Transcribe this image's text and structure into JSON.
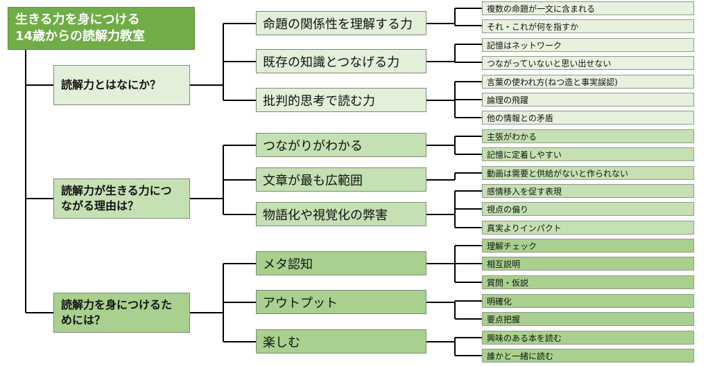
{
  "title": {
    "line1": "生きる力を身につける",
    "line2": "14歳からの読解力教室"
  },
  "sections": [
    {
      "label": "読解力とはなにか？",
      "children": [
        {
          "label": "命題の関係性を理解する力",
          "items": [
            "複数の命題が一文に含まれる",
            "それ・これが何を指すか"
          ]
        },
        {
          "label": "既存の知識とつなげる力",
          "items": [
            "記憶はネットワーク",
            "つながっていないと思い出せない"
          ]
        },
        {
          "label": "批判的思考で読む力",
          "items": [
            "言葉の使われ方(ねつ造と事実誤認)",
            "論理の飛躍",
            "他の情報との矛盾"
          ]
        }
      ]
    },
    {
      "label": "読解力が生きる力につながる理由は？",
      "children": [
        {
          "label": "つながりがわかる",
          "items": [
            "主張がわかる",
            "記憶に定着しやすい"
          ]
        },
        {
          "label": "文章が最も広範囲",
          "items": [
            "動画は需要と供給がないと作られない"
          ]
        },
        {
          "label": "物語化や視覚化の弊害",
          "items": [
            "感情移入を促す表現",
            "視点の偏り",
            "真実よりインパクト"
          ]
        }
      ]
    },
    {
      "label": "読解力を身につけるためには？",
      "children": [
        {
          "label": "メタ認知",
          "items": [
            "理解チェック",
            "相互説明",
            "質問・仮説"
          ]
        },
        {
          "label": "アウトプット",
          "items": [
            "明確化",
            "要点把握"
          ]
        },
        {
          "label": "楽しむ",
          "items": [
            "興味のある本を読む",
            "誰かと一緒に読む"
          ]
        }
      ]
    }
  ],
  "colors": {
    "root": "#70ad47",
    "section1": "#e2efd9",
    "section2": "#c5e0b3",
    "section3": "#a9d08e",
    "line": "#000000"
  }
}
